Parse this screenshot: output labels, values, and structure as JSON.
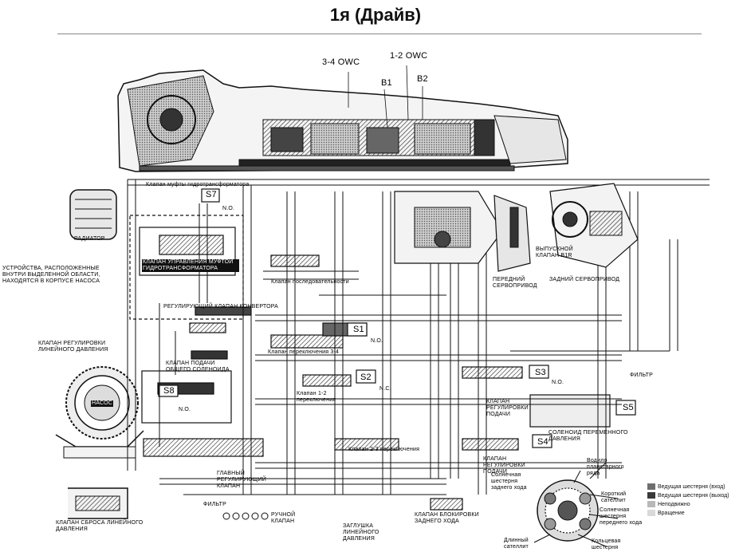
{
  "title": "1я (Драйв)",
  "labels": {
    "owc34": "3-4 OWC",
    "owc12": "1-2 OWC",
    "b1": "B1",
    "b2": "B2",
    "radiator": "РАДИАТОР",
    "devices": "УСТРОЙСТВА, РАСПОЛОЖЕННЫЕ ВНУТРИ ВЫДЕЛЕННОЙ ОБЛАСТИ, НАХОДЯТСЯ В КОРПУСЕ НАСОСА",
    "tcc_valve": "КЛАПАН УПРАВЛЕНИЯ МУФТОЙ ГИДРОТРАНСФОРМАТОРА",
    "reg_line": "КЛАПАН РЕГУЛИРОВКИ ЛИНЕЙНОГО ДАВЛЕНИЯ",
    "pump": "НАСОС",
    "main_reg": "ГЛАВНЫЙ РЕГУЛИРУЮЩИЙ КЛАПАН",
    "manual": "РУЧНОЙ КЛАПАН",
    "relief": "КЛАПАН СБРОСА ЛИНЕЙНОГО ДАВЛЕНИЯ",
    "filter1": "ФИЛЬТР",
    "filter2": "ФИЛЬТР",
    "plug": "ЗАГЛУШКА ЛИНЕЙНОГО ДАВЛЕНИЯ",
    "reverse_lock": "КЛАПАН БЛОКИРОВКИ ЗАДНЕГО ХОДА",
    "front_servo": "ПЕРЕДНИЙ СЕРВОПРИВОД",
    "rear_servo": "ЗАДНИЙ СЕРВОПРИВОД",
    "exhaust_b1r": "ВЫПУСКНОЙ КЛАПАН B1R",
    "var_solenoid": "СОЛЕНОИД ПЕРЕМЕННОГО ДАВЛЕНИЯ",
    "s1": "S1",
    "s2": "S2",
    "s3": "S3",
    "s4": "S4",
    "s5": "S5",
    "s7": "S7",
    "s8": "S8",
    "no": "N.O.",
    "nc": "N.C.",
    "tiny_tcc": "Клапан муфты гидротрансформатора",
    "tiny_reg": "РЕГУЛИРУЮЩИЙ КЛАПАН КОНВЕРТОРА",
    "tiny_sol": "КЛАПАН ПОДАЧИ ОБЩЕГО СОЛЕНОИДА",
    "tiny_3": "Клапан переключения 3-4",
    "tiny_4": "Клапан последовательности",
    "tiny_5": "Клапан 1-2 переключения",
    "tiny_6": "Клапан 2-3 переключения",
    "tiny_7": "КЛАПАН РЕГУЛИРОВКИ ПОДАЧИ",
    "tiny_8": "КЛАПАН РЕГУЛИРОВКИ ПОДАЧИ",
    "carrier": "Водило планетарного ряда",
    "short_sat": "Короткий сателлит",
    "sun_rev": "Солнечная шестерня заднего хода",
    "sun_fwd": "Солнечная шестерня переднего хода",
    "long_sat": "Длинный сателлит",
    "ring": "Кольцевая шестерня"
  },
  "legend": [
    {
      "label": "Ведущая шестерня (вход)",
      "color": "#6e6e6e"
    },
    {
      "label": "Ведущая шестерня (выход)",
      "color": "#3a3a3a"
    },
    {
      "label": "Неподвижно",
      "color": "#b8b8b8"
    },
    {
      "label": "Вращение",
      "color": "#d9d9d9"
    }
  ]
}
